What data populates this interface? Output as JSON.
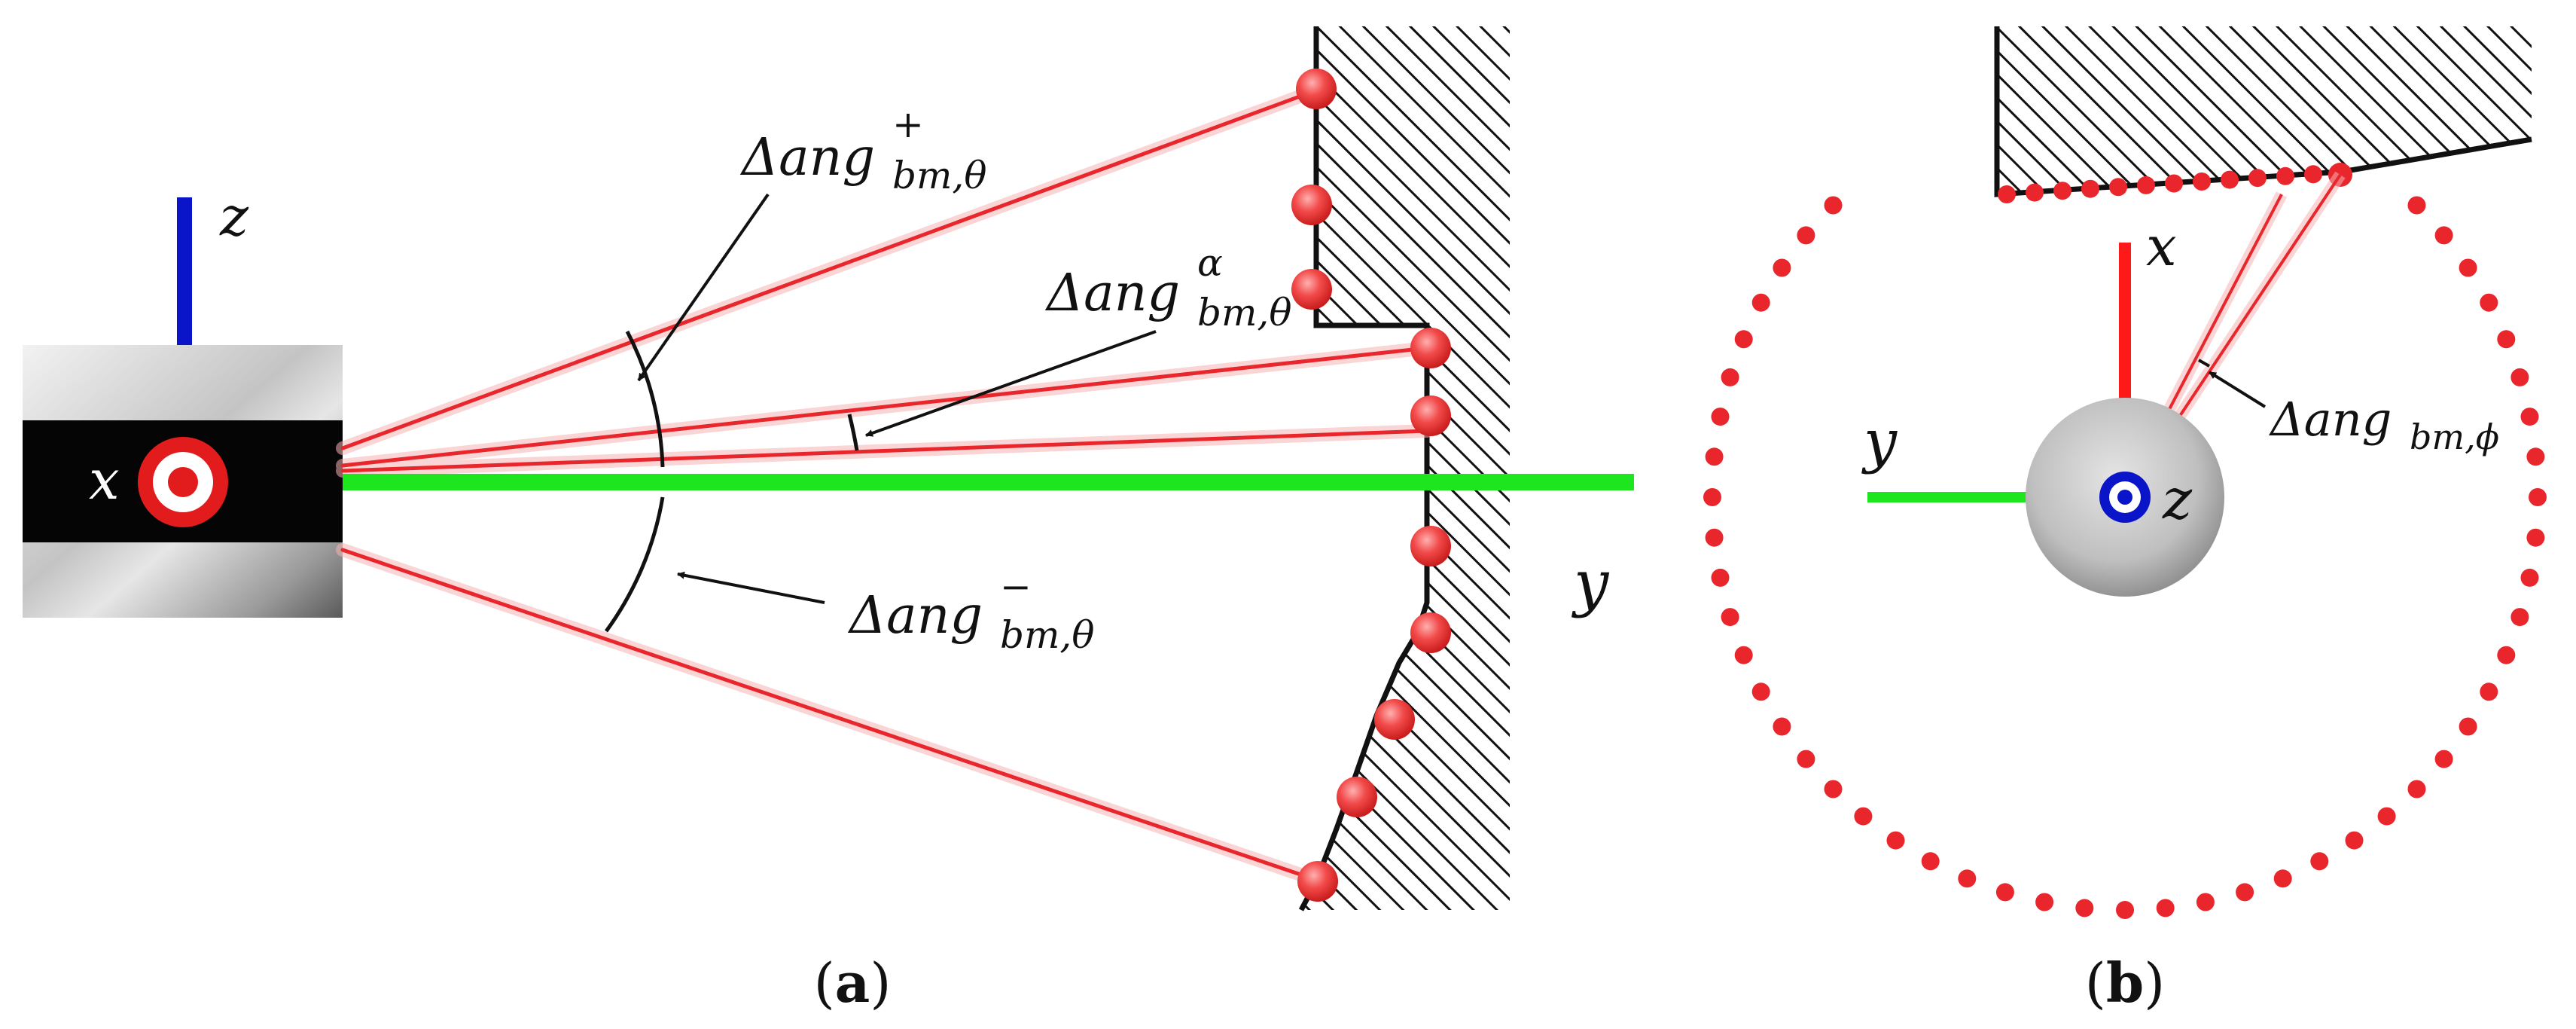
{
  "panel_a": {
    "axis_z": "z",
    "axis_x": "x",
    "axis_y": "y",
    "label_plus": {
      "base": "Δang",
      "sub": "bm,θ",
      "sup": "+"
    },
    "label_alpha": {
      "base": "Δang",
      "sub": "bm,θ",
      "sup": "α"
    },
    "label_minus": {
      "base": "Δang",
      "sub": "bm,θ",
      "sup": "−"
    },
    "caption": {
      "open": "(",
      "letter": "a",
      "close": ")"
    }
  },
  "panel_b": {
    "axis_x": "x",
    "axis_y": "y",
    "axis_z": "z",
    "label_phi": {
      "base": "Δang",
      "sub": "bm,ϕ"
    },
    "caption": {
      "open": "(",
      "letter": "b",
      "close": ")"
    }
  },
  "colors": {
    "laser": "#e8262c",
    "laser_glow": "#f7b3b5",
    "axis_x": "#ff1a1a",
    "axis_y": "#1ee61e",
    "axis_z": "#0a14c8",
    "hatch": "#111111"
  }
}
